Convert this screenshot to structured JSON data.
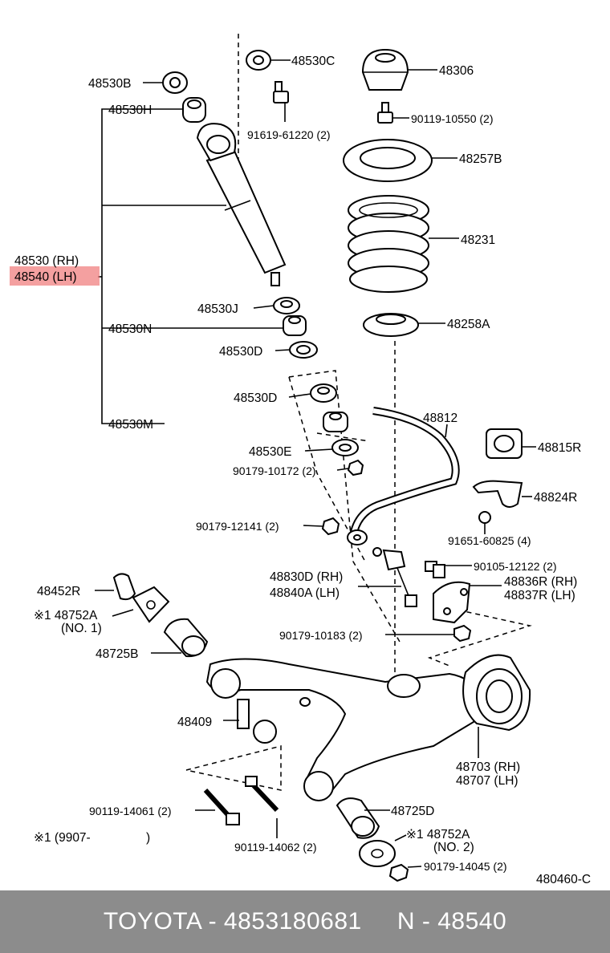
{
  "diagram": {
    "labels": {
      "p48530C": "48530C",
      "p48306": "48306",
      "p48530B": "48530B",
      "p48530H": "48530H",
      "p90119_10550": "90119-10550 (2)",
      "p91619_61220": "91619-61220 (2)",
      "p48257B": "48257B",
      "p48231": "48231",
      "p48530RH": "48530 (RH)",
      "p48540LH": "48540 (LH)",
      "p48530J": "48530J",
      "p48530N": "48530N",
      "p48258A": "48258A",
      "p48530D_1": "48530D",
      "p48530D_2": "48530D",
      "p48812": "48812",
      "p48815R": "48815R",
      "p48530M": "48530M",
      "p48530E": "48530E",
      "p90179_10172": "90179-10172 (2)",
      "p48824R": "48824R",
      "p90179_12141": "90179-12141 (2)",
      "p91651_60825": "91651-60825 (4)",
      "p90105_12122": "90105-12122 (2)",
      "p48830D": "48830D (RH)",
      "p48840A": "48840A (LH)",
      "p48836R": "48836R (RH)",
      "p48837R": "48837R (LH)",
      "p48452R": "48452R",
      "p48752A_1": "※1 48752A",
      "p48752A_1b": "(NO. 1)",
      "p90179_10183": "90179-10183 (2)",
      "p48725B": "48725B",
      "p48409": "48409",
      "p48703": "48703 (RH)",
      "p48707": "48707 (LH)",
      "p90119_14061": "90119-14061 (2)",
      "p48725D": "48725D",
      "p9907": "※1 (9907-",
      "p9907_close": ")",
      "p48752A_2": "※1 48752A",
      "p48752A_2b": "(NO. 2)",
      "p90119_14062": "90119-14062 (2)",
      "p90179_14045": "90179-14045 (2)",
      "p480460C": "480460-C"
    }
  },
  "footer": {
    "text": "TOYOTA - 4853180681     N - 48540"
  },
  "colors": {
    "highlight": "#f08080",
    "footer_bg": "#8c8c8c",
    "footer_text": "#ffffff"
  }
}
